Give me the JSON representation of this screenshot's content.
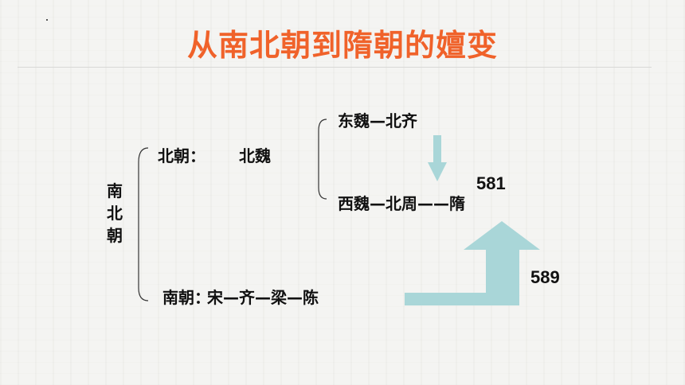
{
  "title": "从南北朝到隋朝的嬗变",
  "diagram": {
    "root_label": "南北朝",
    "north_label": "北朝：",
    "north_value": "北魏",
    "east_branch": "东魏—北齐",
    "west_branch": "西魏—北周——隋",
    "south_label": "南朝：",
    "south_value": "宋—齐—梁—陈",
    "year_sui_founding": "581",
    "year_unification": "589"
  },
  "colors": {
    "title": "#f0622a",
    "arrow": "#a9d6d8",
    "text": "#111111"
  }
}
